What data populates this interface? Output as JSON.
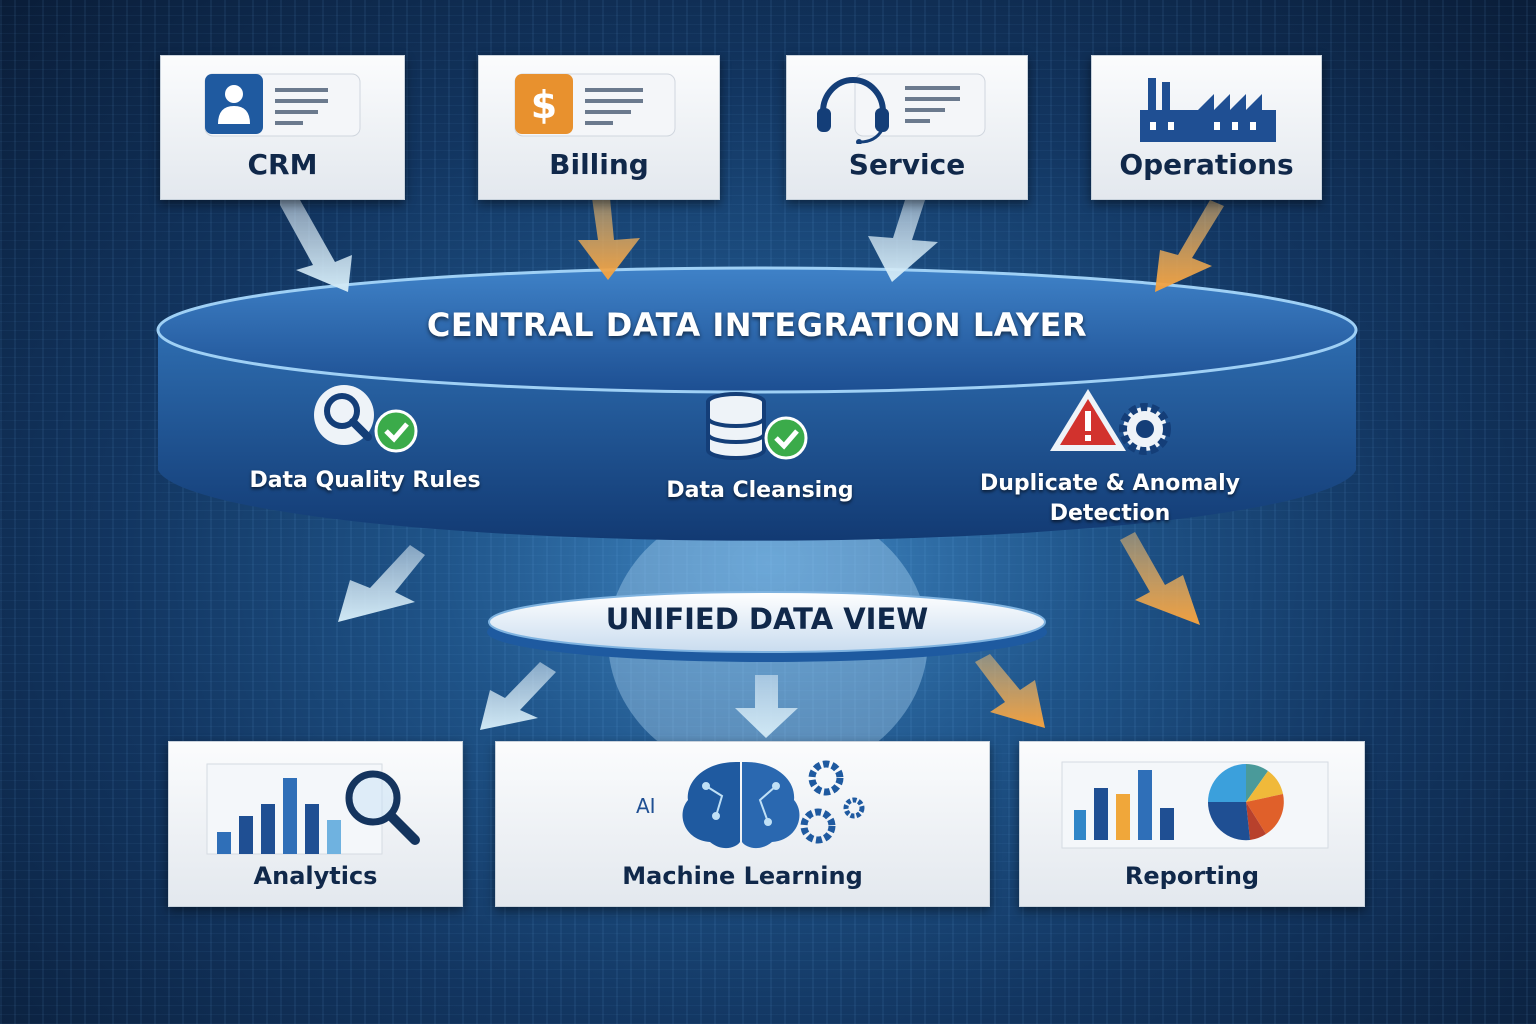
{
  "sources": [
    {
      "label": "CRM",
      "icon": "contact-card-icon"
    },
    {
      "label": "Billing",
      "icon": "dollar-card-icon"
    },
    {
      "label": "Service",
      "icon": "headset-icon"
    },
    {
      "label": "Operations",
      "icon": "factory-icon"
    }
  ],
  "integration_layer": {
    "title": "CENTRAL DATA INTEGRATION LAYER",
    "features": [
      {
        "label": "Data Quality Rules",
        "icon": "magnifier-check-icon"
      },
      {
        "label": "Data Cleansing",
        "icon": "database-check-icon"
      },
      {
        "label": "Duplicate & Anomaly",
        "label2": "Detection",
        "icon": "warning-gear-icon"
      }
    ]
  },
  "unified_view": {
    "label": "UNIFIED DATA VIEW"
  },
  "outputs": [
    {
      "label": "Analytics",
      "icon": "bar-chart-magnifier-icon"
    },
    {
      "label": "Machine Learning",
      "icon": "brain-gears-icon",
      "icon_text": "AI"
    },
    {
      "label": "Reporting",
      "icon": "bar-pie-chart-icon"
    }
  ],
  "colors": {
    "navy": "#10284a",
    "blue": "#1f5aa0",
    "orange": "#f0a040",
    "light_arrow": "#cfe8f5"
  }
}
